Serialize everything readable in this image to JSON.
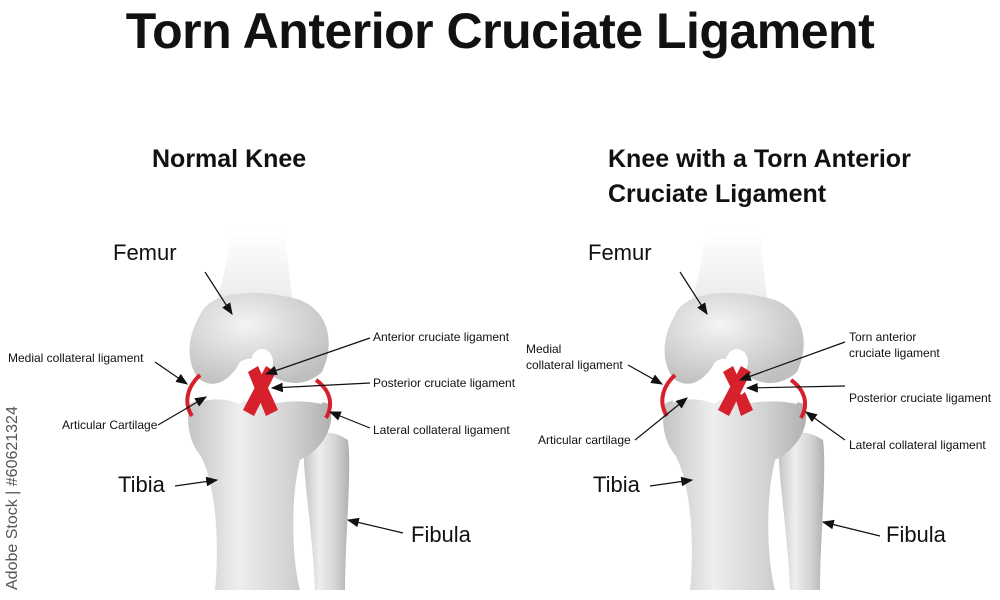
{
  "title": "Torn Anterior Cruciate Ligament",
  "watermark": "Adobe Stock | #60621324",
  "left_panel": {
    "heading": "Normal Knee",
    "labels": {
      "femur": "Femur",
      "medial_collateral": "Medial collateral ligament",
      "articular_cartilage": "Articular Cartilage",
      "tibia": "Tibia",
      "anterior_cruciate": "Anterior cruciate ligament",
      "posterior_cruciate": "Posterior cruciate ligament",
      "lateral_collateral": "Lateral collateral ligament",
      "fibula": "Fibula"
    }
  },
  "right_panel": {
    "heading_line1": "Knee with a Torn Anterior",
    "heading_line2": "Cruciate Ligament",
    "labels": {
      "femur": "Femur",
      "medial_collateral_line1": "Medial",
      "medial_collateral_line2": "collateral ligament",
      "articular_cartilage": "Articular cartilage",
      "tibia": "Tibia",
      "torn_anterior_line1": "Torn anterior",
      "torn_anterior_line2": "cruciate ligament",
      "posterior_cruciate": "Posterior cruciate ligament",
      "lateral_collateral": "Lateral collateral ligament",
      "fibula": "Fibula"
    }
  },
  "colors": {
    "ligament": "#d6212c",
    "bone_light": "#f0f0f0",
    "bone_dark": "#bdbdbd",
    "text": "#111111"
  }
}
